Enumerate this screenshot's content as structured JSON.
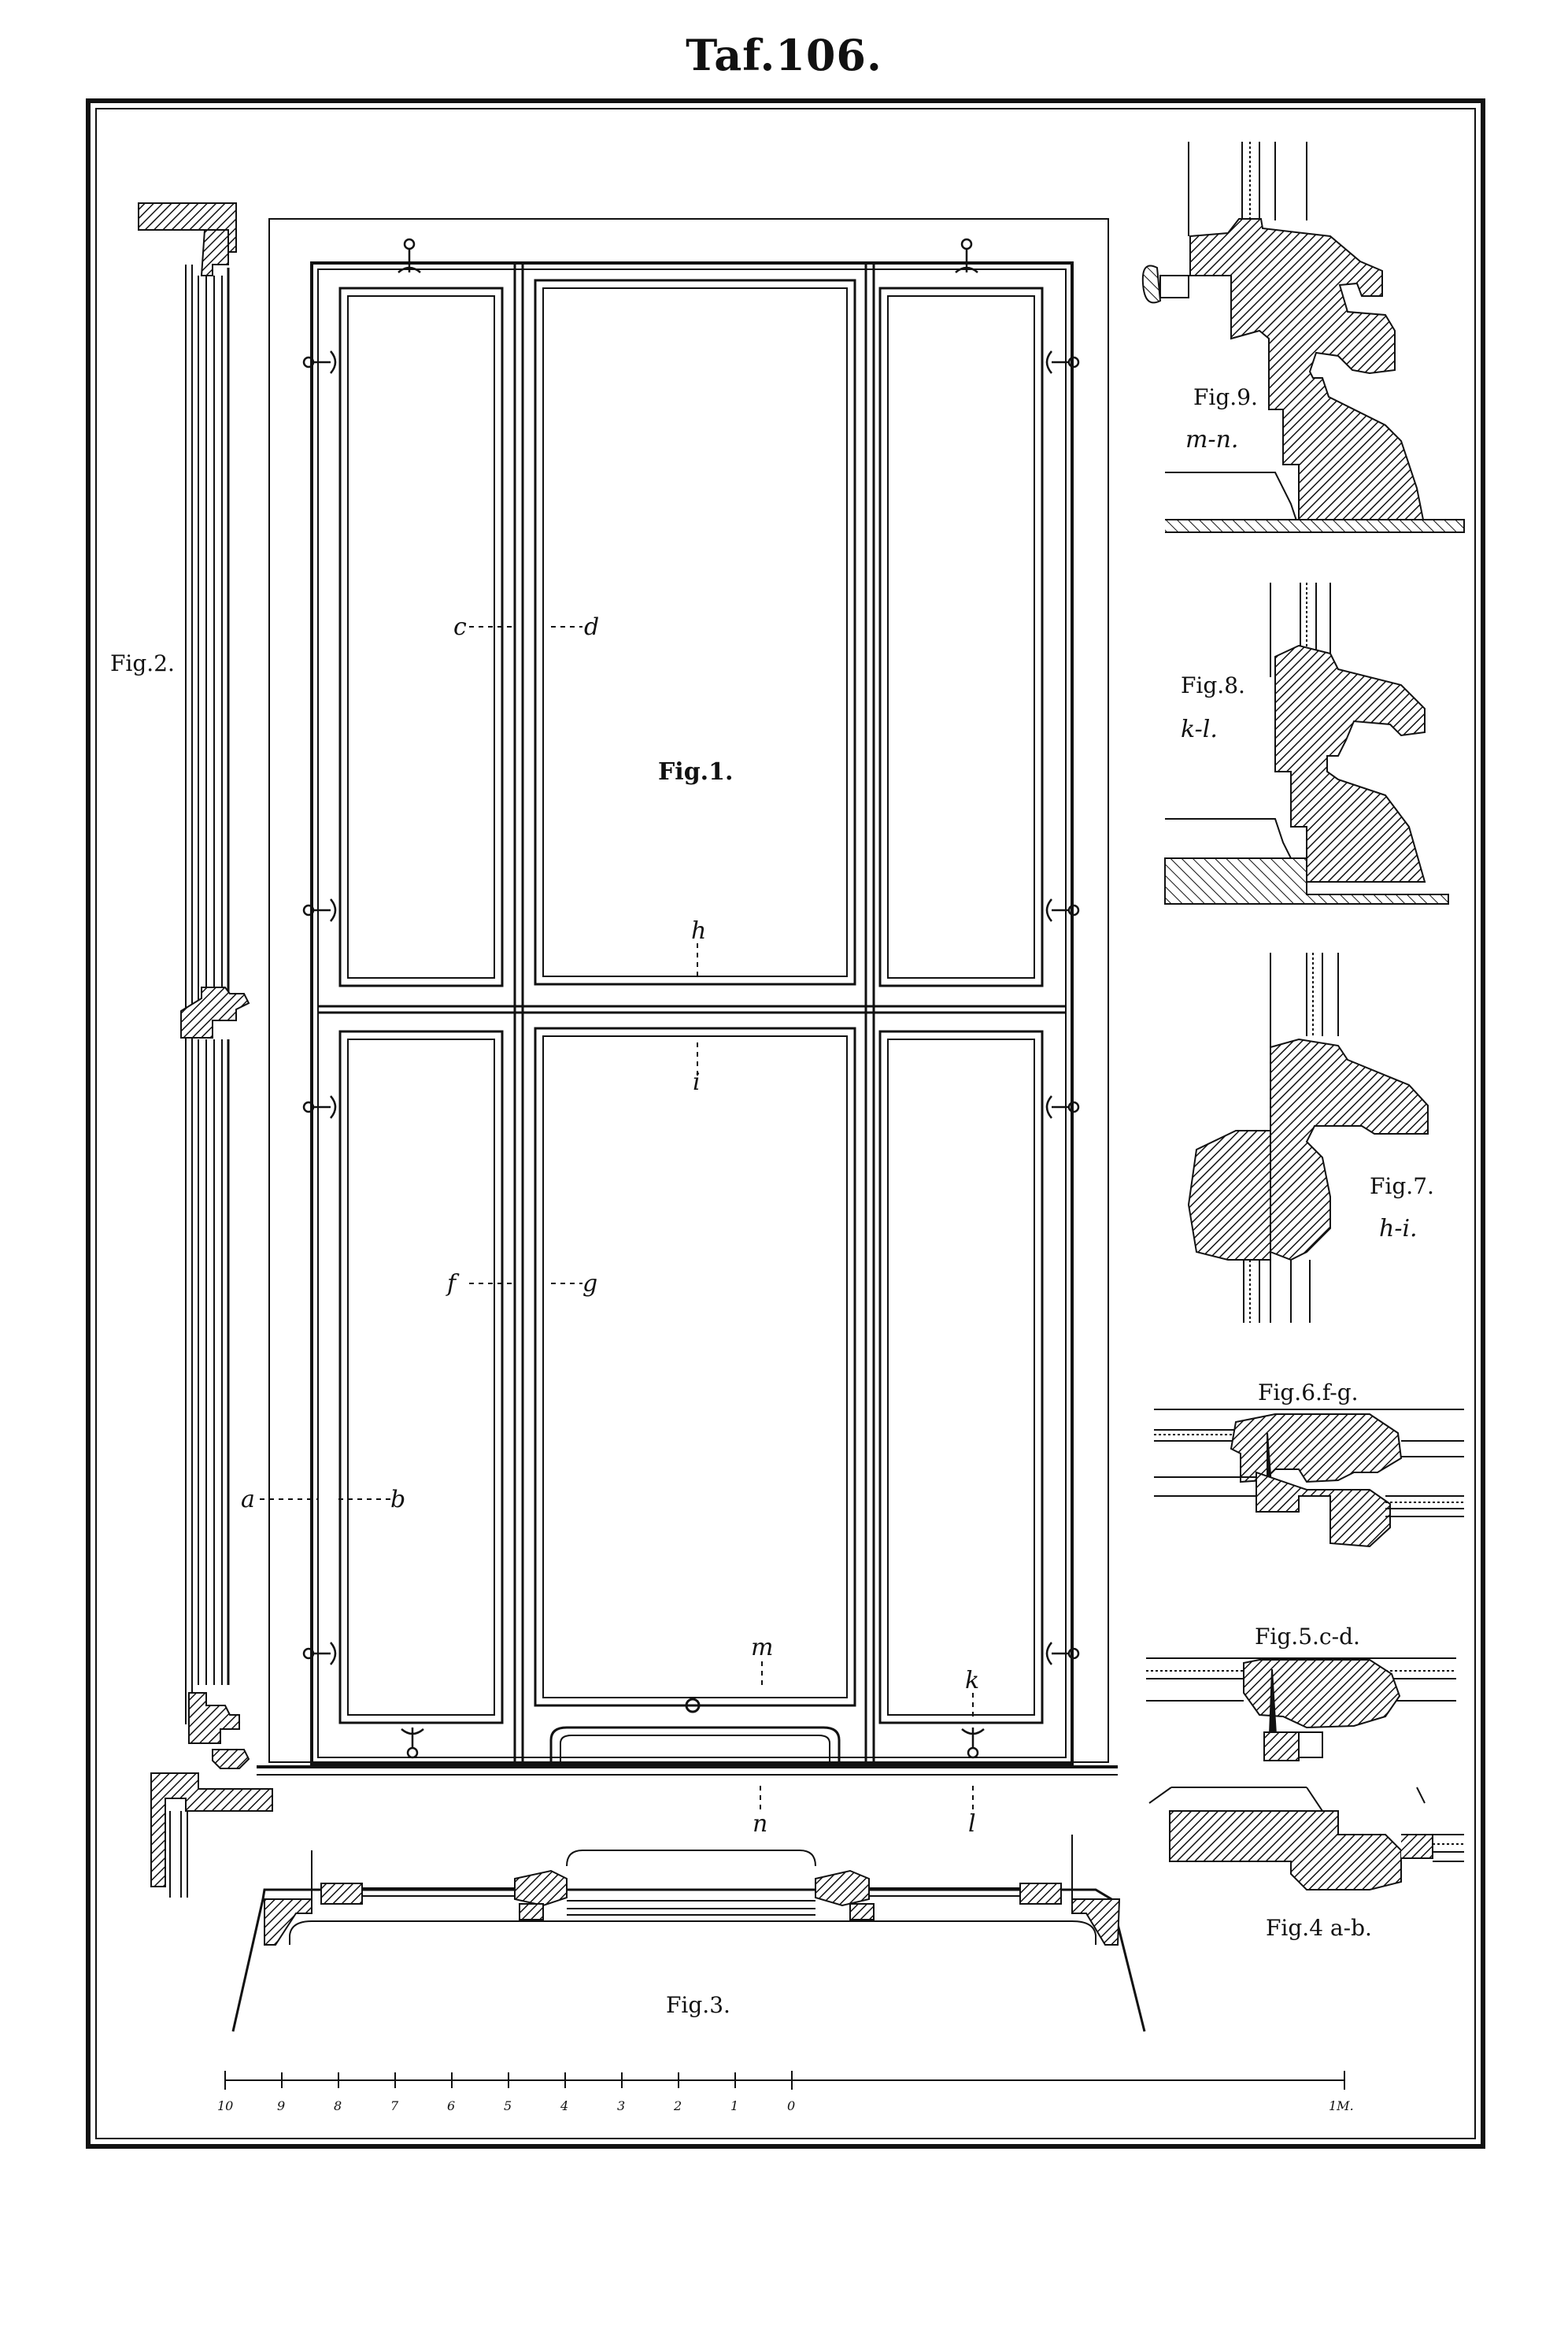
{
  "plate": {
    "title": "Taf.106."
  },
  "figures": {
    "fig1": "Fig.1.",
    "fig2": "Fig.2.",
    "fig3": "Fig.3.",
    "fig4": "Fig.4 a-b.",
    "fig5": "Fig.5.c-d.",
    "fig6": "Fig.6.f-g.",
    "fig7": "Fig.7.",
    "fig7_sub": "h-i.",
    "fig8": "Fig.8.",
    "fig8_sub": "k-l.",
    "fig9": "Fig.9.",
    "fig9_sub": "m-n."
  },
  "section_letters": {
    "a": "a",
    "b": "b",
    "c": "c",
    "d": "d",
    "f": "f",
    "g": "g",
    "h": "h",
    "i": "i",
    "k": "k",
    "l": "l",
    "m": "m",
    "n": "n"
  },
  "scale_bar": {
    "ticks": [
      "10",
      "9",
      "8",
      "7",
      "6",
      "5",
      "4",
      "3",
      "2",
      "1",
      "0"
    ],
    "end_label": "1M."
  },
  "colors": {
    "ink": "#111111",
    "paper": "#ffffff"
  }
}
